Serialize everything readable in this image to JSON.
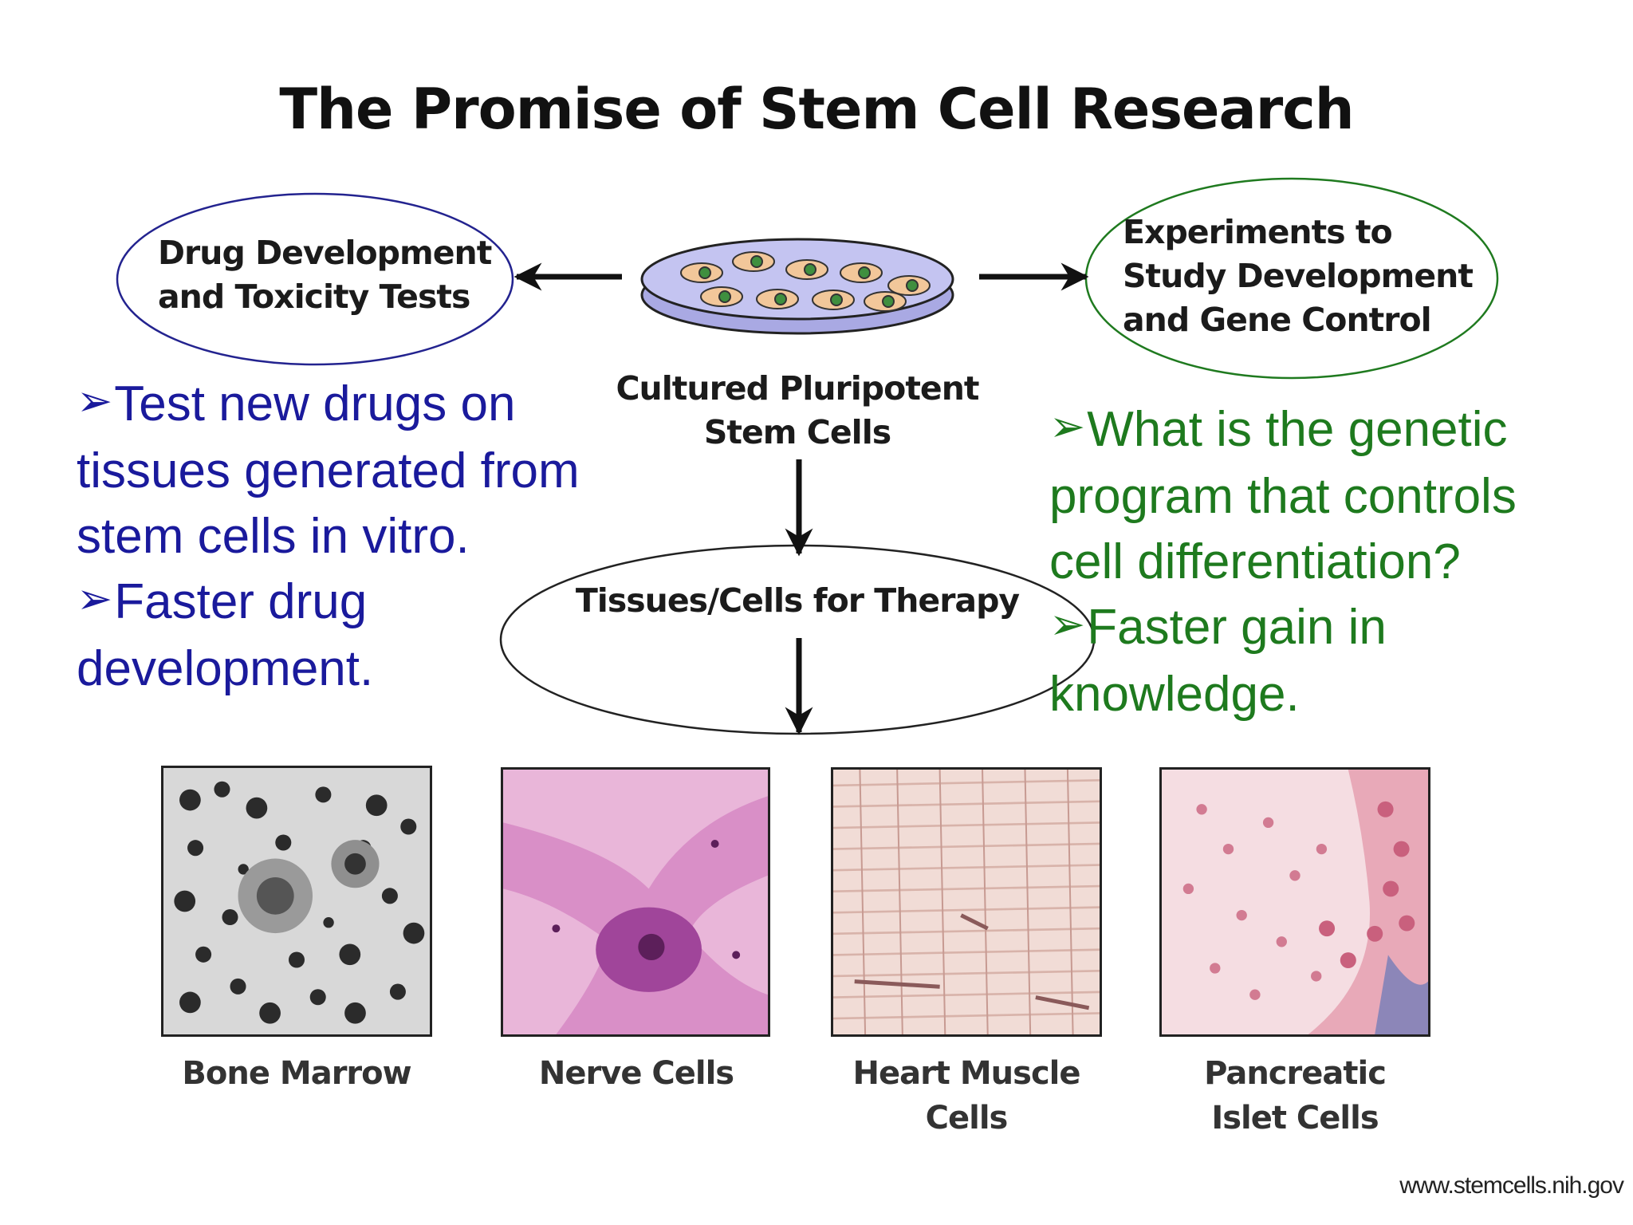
{
  "title": "The Promise of Stem Cell Research",
  "nodes": {
    "center": {
      "line1": "Cultured Pluripotent",
      "line2": "Stem Cells"
    },
    "left": {
      "line1": "Drug Development",
      "line2": "and Toxicity Tests"
    },
    "right": {
      "line1": "Experiments to",
      "line2": "Study Development",
      "line3": "and Gene Control"
    },
    "therapy": {
      "label": "Tissues/Cells for Therapy"
    }
  },
  "left_bullets": {
    "b1": "Test new drugs on tissues generated from stem cells in vitro.",
    "b2": "Faster drug development."
  },
  "right_bullets": {
    "b1": "What is the genetic program that controls cell differentiation?",
    "b2": "Faster gain in knowledge."
  },
  "tissues": [
    {
      "line1": "Bone Marrow",
      "line2": ""
    },
    {
      "line1": "Nerve Cells",
      "line2": ""
    },
    {
      "line1": "Heart Muscle",
      "line2": "Cells"
    },
    {
      "line1": "Pancreatic",
      "line2": "Islet Cells"
    }
  ],
  "source": "www.stemcells.nih.gov",
  "colors": {
    "left_text": "#1a1a9c",
    "right_text": "#1e7a1e",
    "left_ellipse": "#23238f",
    "right_ellipse": "#1f7a1f",
    "dish": "#b9b9ec"
  },
  "icons": {
    "bullet": "arrowhead-bullet",
    "flow": "arrow"
  }
}
